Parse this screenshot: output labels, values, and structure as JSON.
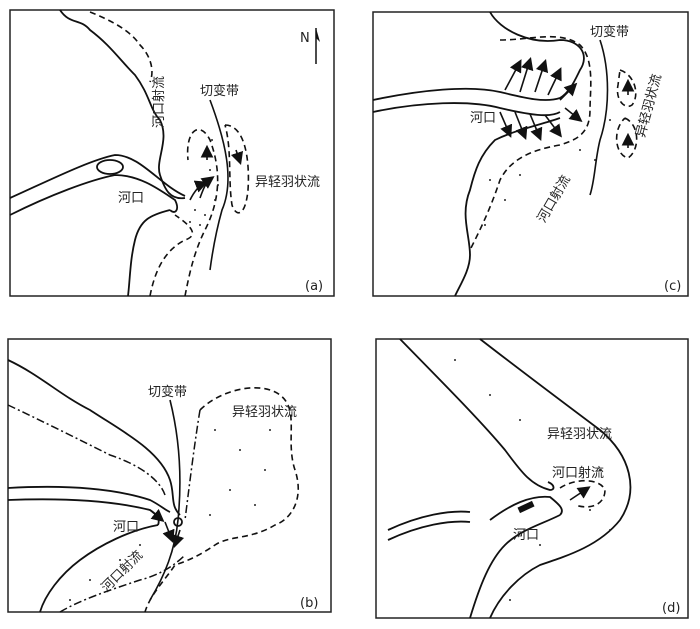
{
  "panels": [
    {
      "id": "a",
      "tag": "(a)",
      "labels": {
        "shear_zone": "切变带",
        "river_jet": "河口射流",
        "plume": "异轻羽状流",
        "river_mouth": "河口"
      },
      "north": "N"
    },
    {
      "id": "c",
      "tag": "(c)",
      "labels": {
        "shear_zone": "切变带",
        "river_mouth": "河口",
        "plume": "异轻羽状流",
        "river_jet": "河口射流"
      }
    },
    {
      "id": "b",
      "tag": "(b)",
      "labels": {
        "shear_zone": "切变带",
        "plume": "异轻羽状流",
        "river_mouth": "河口",
        "river_jet": "河口射流"
      }
    },
    {
      "id": "d",
      "tag": "(d)",
      "labels": {
        "plume": "异轻羽状流",
        "river_jet": "河口射流",
        "river_mouth": "河口"
      }
    }
  ]
}
